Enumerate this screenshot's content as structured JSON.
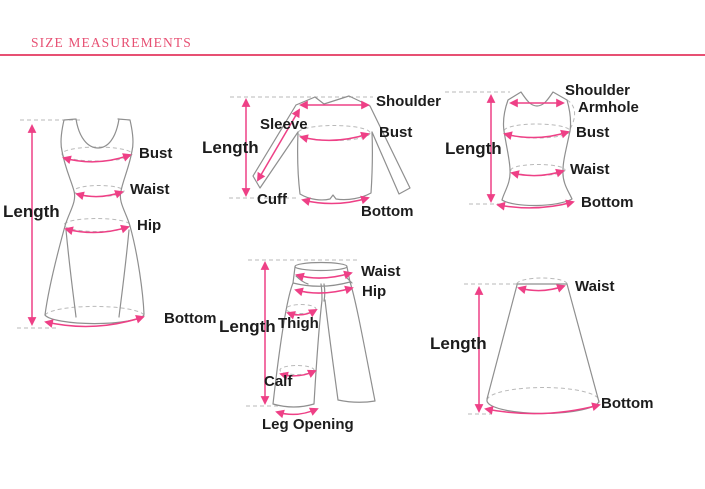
{
  "header": {
    "title": "SIZE MEASUREMENTS"
  },
  "colors": {
    "accent_pink": "#e75073",
    "arrow_pink": "#ee4086",
    "outline_gray": "#8f8f8f",
    "dash_gray": "#b9b9b9",
    "label_text": "#1c1c1c",
    "background": "#ffffff"
  },
  "sections": {
    "dress": {
      "illustration": "dress-illustration",
      "labels": {
        "length": "Length",
        "bust": "Bust",
        "waist": "Waist",
        "hip": "Hip",
        "bottom": "Bottom"
      }
    },
    "long_sleeve_top": {
      "illustration": "long-sleeve-top-illustration",
      "labels": {
        "length": "Length",
        "sleeve": "Sleeve",
        "shoulder": "Shoulder",
        "bust": "Bust",
        "cuff": "Cuff",
        "bottom": "Bottom"
      }
    },
    "vest": {
      "illustration": "vest-illustration",
      "labels": {
        "shoulder": "Shoulder",
        "armhole": "Armhole",
        "bust": "Bust",
        "waist": "Waist",
        "length": "Length",
        "bottom": "Bottom"
      }
    },
    "pants": {
      "illustration": "pants-illustration",
      "labels": {
        "waist": "Waist",
        "hip": "Hip",
        "thigh": "Thigh",
        "length": "Length",
        "calf": "Calf",
        "leg_opening": "Leg Opening"
      }
    },
    "skirt": {
      "illustration": "skirt-illustration",
      "labels": {
        "waist": "Waist",
        "length": "Length",
        "bottom": "Bottom"
      }
    }
  }
}
